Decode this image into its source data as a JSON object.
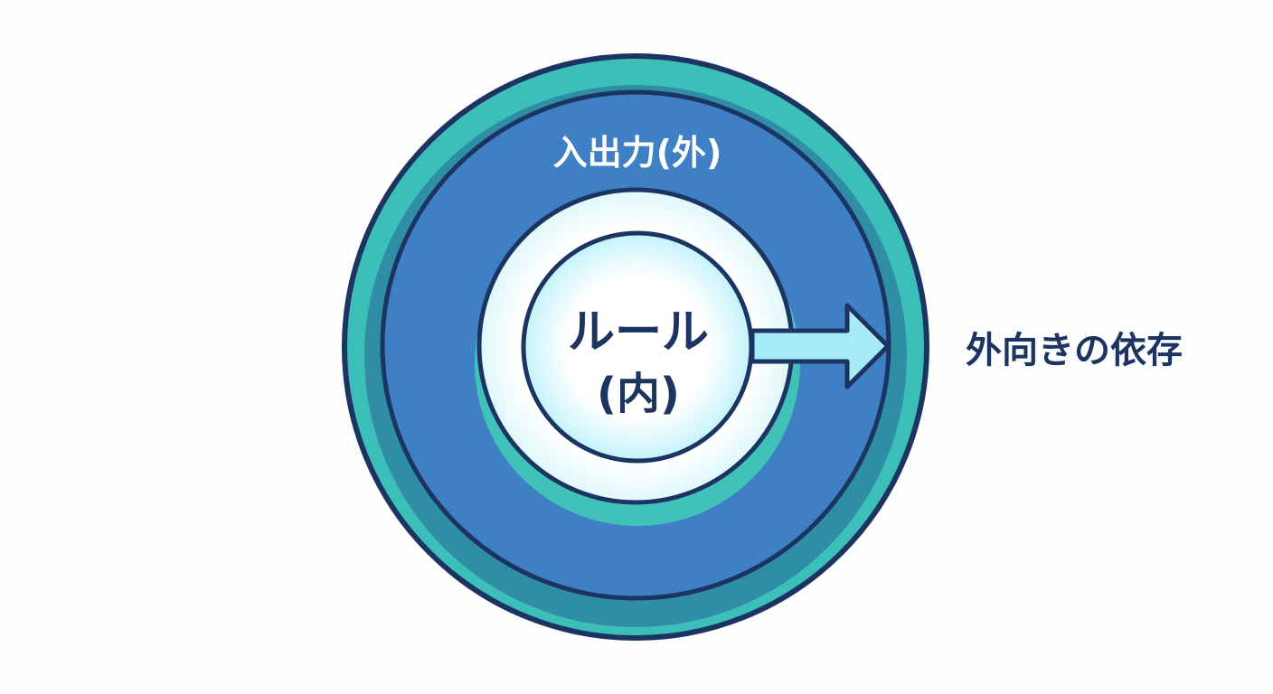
{
  "diagram": {
    "outer_label": "入出力(外)",
    "inner_label_line1": "ルール",
    "inner_label_line2": "(内)",
    "arrow_label": "外向きの依存"
  },
  "colors": {
    "background": "#fdfefe",
    "outline": "#1b3461",
    "outer_teal": "#3cbfb9",
    "outer_steel": "#2f8ea6",
    "outer_blue": "#3f7fc3",
    "inner_ring_teal": "#41c2b8",
    "inner_ring_white": "#ffffff",
    "core_light": "#c4f3fb",
    "arrow_fill": "#a6ecf6",
    "outer_text": "#ffffff",
    "dark_text": "#1b3461"
  }
}
